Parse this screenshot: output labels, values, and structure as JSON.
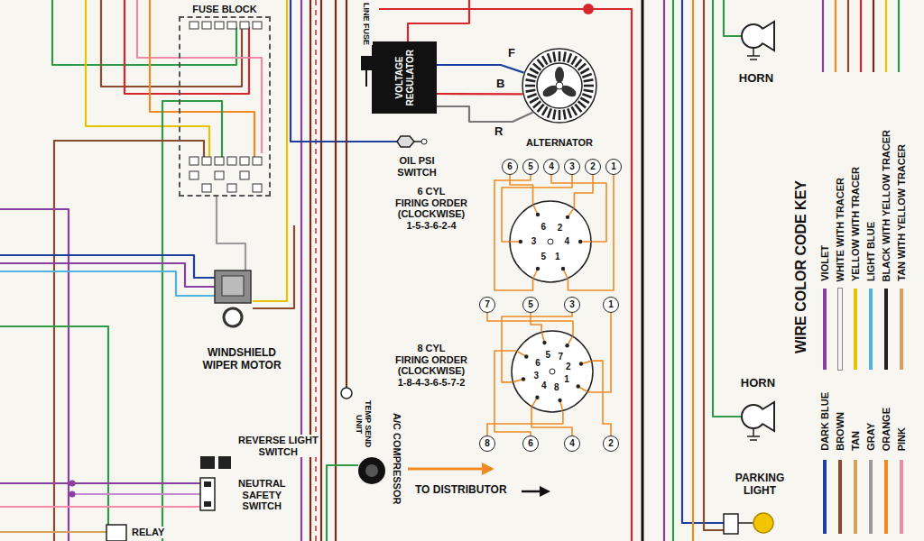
{
  "diagram": {
    "nodes": [
      {
        "text": [
          "FUSE BLOCK"
        ]
      },
      {
        "text": [
          "VOLTAGE REGULATOR"
        ]
      },
      {
        "text": [
          "ALTERNATOR"
        ]
      },
      {
        "text": [
          "6"
        ]
      },
      {
        "text": [
          "5"
        ]
      },
      {
        "text": [
          "4"
        ]
      },
      {
        "text": [
          "3"
        ]
      },
      {
        "text": [
          "2"
        ]
      },
      {
        "text": [
          "1"
        ]
      },
      {
        "text": [
          "6",
          "2",
          "3",
          "4",
          "5",
          "1"
        ]
      },
      {
        "text": [
          "7"
        ]
      },
      {
        "text": [
          "5"
        ]
      },
      {
        "text": [
          "3"
        ]
      },
      {
        "text": [
          "1"
        ]
      },
      {
        "text": [
          "6",
          "5",
          "7",
          "3",
          "2",
          "4",
          "1",
          "8"
        ]
      },
      {
        "text": [
          "8"
        ]
      },
      {
        "text": [
          "6"
        ]
      },
      {
        "text": [
          "4"
        ]
      },
      {
        "text": [
          "2"
        ]
      }
    ],
    "edges": [
      {
        "from": 1,
        "to": 2,
        "label": "F",
        "arrow": "none"
      },
      {
        "from": 1,
        "to": 2,
        "label": "B",
        "arrow": "none"
      },
      {
        "from": 1,
        "to": 2,
        "label": "R",
        "arrow": "none"
      },
      {
        "from": 3,
        "to": 9,
        "arrow": "none"
      },
      {
        "from": 4,
        "to": 9,
        "arrow": "none"
      },
      {
        "from": 5,
        "to": 9,
        "arrow": "none"
      },
      {
        "from": 6,
        "to": 9,
        "arrow": "none"
      },
      {
        "from": 7,
        "to": 9,
        "arrow": "none"
      },
      {
        "from": 8,
        "to": 9,
        "arrow": "none"
      },
      {
        "from": 10,
        "to": 14,
        "arrow": "none"
      },
      {
        "from": 11,
        "to": 14,
        "arrow": "none"
      },
      {
        "from": 12,
        "to": 14,
        "arrow": "none"
      },
      {
        "from": 13,
        "to": 14,
        "arrow": "none"
      },
      {
        "from": 15,
        "to": 14,
        "arrow": "none"
      },
      {
        "from": 16,
        "to": 14,
        "arrow": "none"
      },
      {
        "from": 17,
        "to": 14,
        "arrow": "none"
      },
      {
        "from": 18,
        "to": 14,
        "arrow": "none"
      }
    ],
    "labels": [
      "LINE FUSE",
      "HORN",
      "OIL PSI SWITCH",
      "6 CYL FIRING ORDER (CLOCKWISE) 1-5-3-6-2-4",
      "8 CYL FIRING ORDER (CLOCKWISE) 1-8-4-3-6-5-7-2",
      "WINDSHIELD WIPER MOTOR",
      "HORN",
      "TEMP SEND UNIT",
      "A/C COMPRESSOR",
      "REVERSE LIGHT SWITCH",
      "PARKING LIGHT",
      "TO DISTRIBUTOR",
      "NEUTRAL SAFETY SWITCH",
      "WIRE COLOR CODE KEY",
      "RELAY"
    ],
    "legend": [
      {
        "text": "VIOLET",
        "color": "#8a3fa0"
      },
      {
        "text": "WHITE WITH TRACER",
        "color": "#f4f4f4"
      },
      {
        "text": "YELLOW WITH TRACER",
        "color": "#e8c400"
      },
      {
        "text": "LIGHT BLUE",
        "color": "#4fb3e0"
      },
      {
        "text": "BLACK WITH YELLOW TRACER",
        "color": "#222222"
      },
      {
        "text": "TAN WITH YELLOW TRACER",
        "color": "#d9a05a"
      },
      {
        "text": "DARK BLUE",
        "color": "#1f3f9f"
      },
      {
        "text": "BROWN",
        "color": "#8b4a2b"
      },
      {
        "text": "TAN",
        "color": "#d4a25a"
      },
      {
        "text": "GRAY",
        "color": "#9a9a9a"
      },
      {
        "text": "ORANGE",
        "color": "#f08a24"
      },
      {
        "text": "PINK",
        "color": "#f08aa6"
      }
    ]
  }
}
